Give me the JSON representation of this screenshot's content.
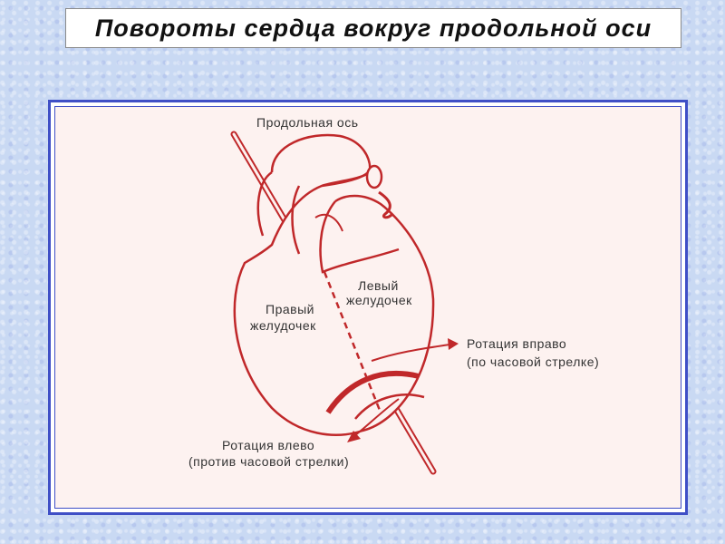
{
  "title": "Повороты сердца вокруг продольной оси",
  "labels": {
    "axis": "Продольная ось",
    "right_ventricle_1": "Правый",
    "right_ventricle_2": "желудочек",
    "left_ventricle_1": "Левый",
    "left_ventricle_2": "желудочек",
    "rotation_right_1": "Ротация вправо",
    "rotation_right_2": "(по часовой стрелке)",
    "rotation_left_1": "Ротация влево",
    "rotation_left_2": "(против часовой стрелки)"
  },
  "colors": {
    "heart_stroke": "#c0282a",
    "frame_border": "#3f4fc6",
    "frame_fill": "#fdf2f0",
    "background": "#c9d9f3"
  }
}
